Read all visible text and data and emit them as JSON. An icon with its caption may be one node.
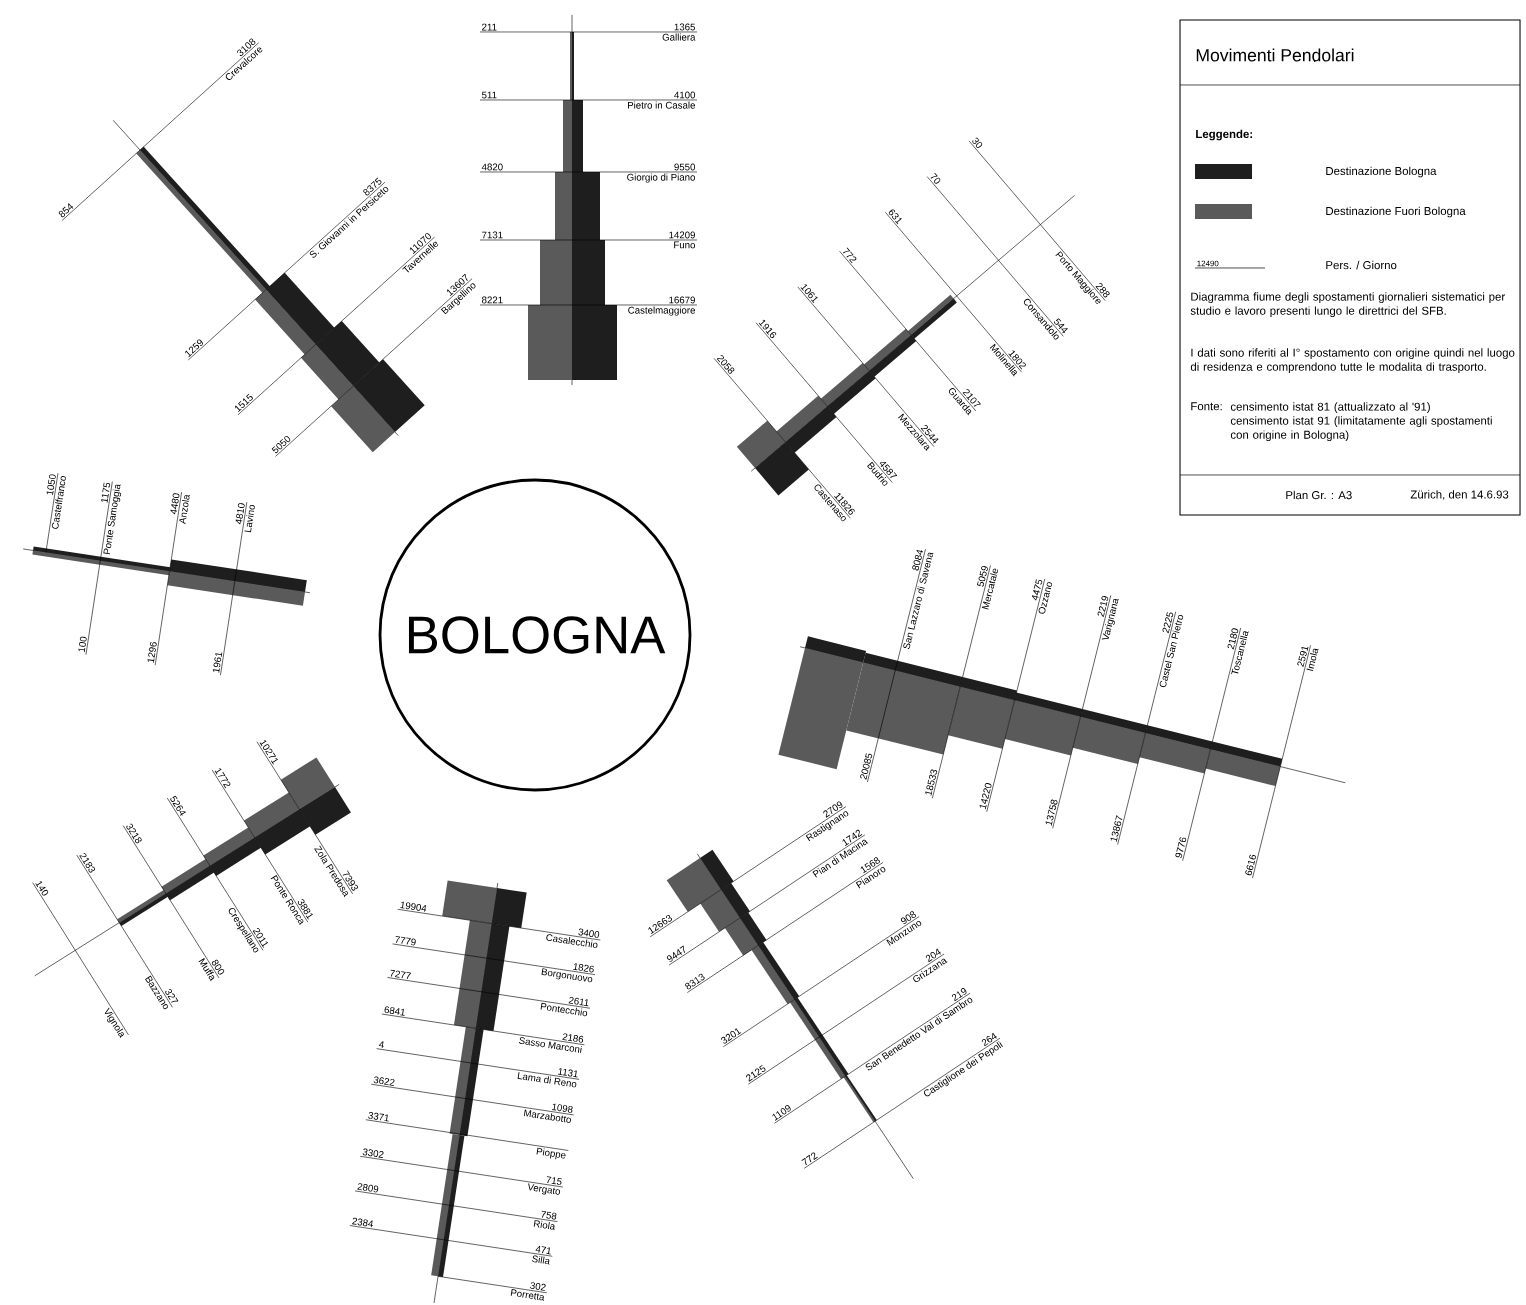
{
  "diagram": {
    "title": "Movimenti Pendolari",
    "nodes": [
      {
        "text": [
          "BOLOGNA"
        ]
      }
    ],
    "labels": [
      "8221",
      "16679",
      "Castelmaggiore",
      "7131",
      "14209",
      "Funo",
      "4820",
      "9550",
      "Giorgio di Piano",
      "511",
      "4100",
      "Pietro in Casale",
      "211",
      "1365",
      "Galliera",
      "2058",
      "11826",
      "Castenaso",
      "1916",
      "4587",
      "Budrio",
      "1061",
      "2544",
      "Mezzolara",
      "772",
      "2107",
      "Guarda",
      "631",
      "1802",
      "Molinella",
      "70",
      "544",
      "Consandolo",
      "30",
      "288",
      "Porto Maggiore",
      "20085",
      "8084",
      "San Lazzaro di Savena",
      "18533",
      "5059",
      "Mercatale",
      "14220",
      "4475",
      "Ozzano",
      "13758",
      "2219",
      "Varignana",
      "13867",
      "2225",
      "Castel San Pietro",
      "9776",
      "2180",
      "Toscanella",
      "6616",
      "2591",
      "Imola",
      "12663",
      "2709",
      "Rastignano",
      "9447",
      "1742",
      "Pian di Macina",
      "8313",
      "1568",
      "Pianoro",
      "3201",
      "908",
      "Monzuno",
      "2125",
      "204",
      "Grizzana",
      "1109",
      "219",
      "San Benedetto Val di Sambro",
      "772",
      "264",
      "Castiglione dei Pepoli",
      "19904",
      "3400",
      "Casalecchio",
      "7779",
      "1826",
      "Borgonuovo",
      "7277",
      "2611",
      "Pontecchio",
      "6841",
      "2186",
      "Sasso Marconi",
      "4",
      "1131",
      "Lama di Reno",
      "3622",
      "1098",
      "Marzabotto",
      "3371",
      "Pioppe",
      "3302",
      "715",
      "Vergato",
      "2809",
      "758",
      "Riola",
      "2384",
      "471",
      "Silla",
      "302",
      "Porretta",
      "10271",
      "7393",
      "Zola Predosa",
      "1772",
      "3881",
      "Ponte Ronca",
      "5264",
      "2011",
      "Crespellano",
      "3218",
      "800",
      "Muffa",
      "2183",
      "327",
      "Bazzano",
      "140",
      "Vignola",
      "1961",
      "4810",
      "Lavino",
      "1296",
      "4480",
      "Anzola",
      "100",
      "1175",
      "Ponte Samoggia",
      "1050",
      "Castelfranco",
      "5050",
      "13607",
      "Bargellino",
      "1515",
      "11070",
      "Tavernelle",
      "1259",
      "8375",
      "S. Giovanni in Persiceto",
      "854",
      "3108",
      "Crevalcore",
      "Leggende:",
      "12490",
      "Diagramma fiume degli spostamenti giornalieri sistematici per studio e lavoro presenti lungo le direttrici del SFB.",
      "I dati sono riferiti al I° spostamento con origine quindi nel luogo di residenza e comprendono tutte le modalita di trasporto.",
      "Fonte:",
      "censimento istat 81 (attualizzato al '91)",
      "censimento istat 91 (limitatamente agli spostamenti con origine in Bologna)",
      "Plan Gr. : A3",
      "Zürich, den 14.6.93"
    ],
    "legend": [
      {
        "text": "Destinazione Bologna",
        "color": "#1e1e1e"
      },
      {
        "text": "Destinazione Fuori Bologna",
        "color": "#5a5a5a"
      },
      {
        "text": "Pers. / Giorno"
      }
    ]
  }
}
